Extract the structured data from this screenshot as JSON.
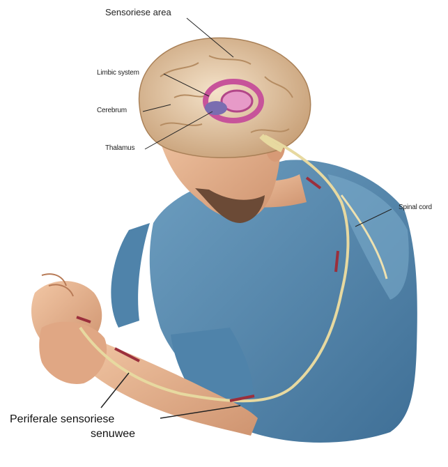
{
  "labels": {
    "sensory_area": "Sensoriese area",
    "limbic_system": "Limbic system",
    "cerebrum": "Cerebrum",
    "thalamus": "Thalamus",
    "spinal_cord": "Spinal cord",
    "peripheral_line1": "Periferale sensoriese",
    "peripheral_line2": "senuwee"
  },
  "colors": {
    "shirt": "#5b8fb3",
    "skin": "#e8b48f",
    "brain": "#e6c9a8",
    "nerve": "#e7d9a0",
    "limbic": "#c7539a",
    "arrow": "#9b2f3c"
  }
}
